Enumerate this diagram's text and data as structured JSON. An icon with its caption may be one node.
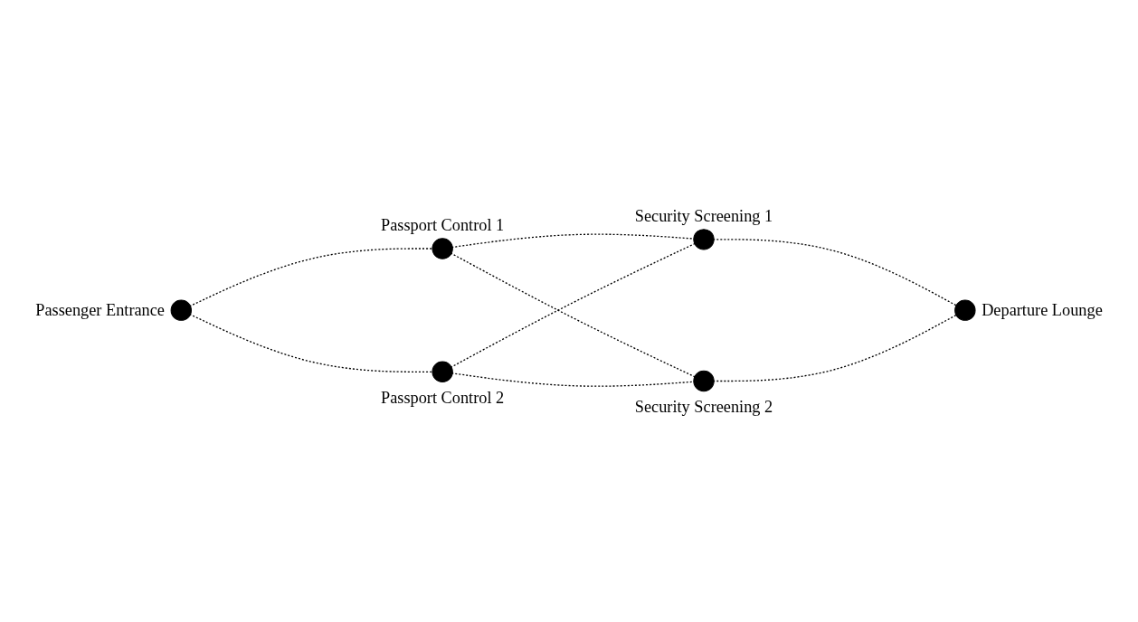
{
  "diagram": {
    "nodes": [
      {
        "text": [],
        "shape": "circle",
        "beside": [
          "Passenger Entrance"
        ]
      },
      {
        "text": [],
        "shape": "circle",
        "beside": [
          "Passport Control 1"
        ]
      },
      {
        "text": [],
        "shape": "circle",
        "beside": [
          "Passport Control 2"
        ]
      },
      {
        "text": [],
        "shape": "circle",
        "beside": [
          "Security Screening 1"
        ]
      },
      {
        "text": [],
        "shape": "circle",
        "beside": [
          "Security Screening 2"
        ]
      },
      {
        "text": [],
        "shape": "circle",
        "beside": [
          "Departure Lounge"
        ]
      }
    ],
    "edges": [
      {
        "from": 0,
        "to": 1,
        "arrow": "to",
        "style": "dashed"
      },
      {
        "from": 0,
        "to": 2,
        "arrow": "to",
        "style": "dashed"
      },
      {
        "from": 1,
        "to": 3,
        "arrow": "to",
        "style": "dashed"
      },
      {
        "from": 1,
        "to": 4,
        "arrow": "to",
        "style": "dashed"
      },
      {
        "from": 2,
        "to": 3,
        "arrow": "to",
        "style": "dashed"
      },
      {
        "from": 2,
        "to": 4,
        "arrow": "to",
        "style": "dashed"
      },
      {
        "from": 3,
        "to": 5,
        "arrow": "to",
        "style": "dashed"
      },
      {
        "from": 4,
        "to": 5,
        "arrow": "to",
        "style": "dashed"
      }
    ]
  }
}
